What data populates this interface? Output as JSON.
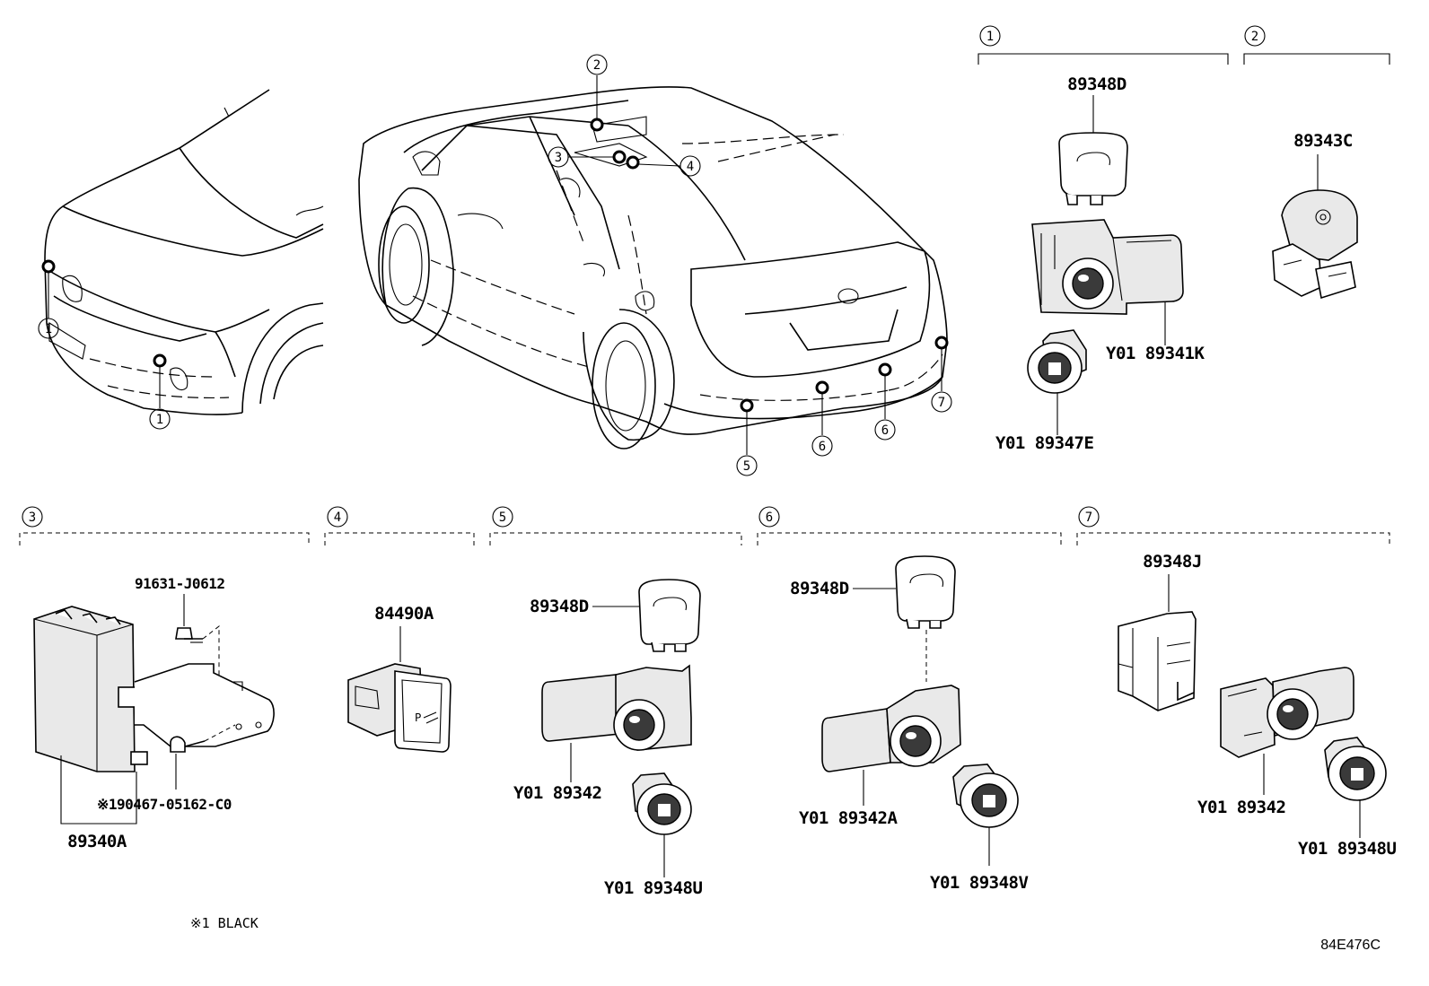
{
  "diagram_code": "84E476C",
  "footnote": "※1 BLACK",
  "callouts": {
    "front_left": "1",
    "front_center": "1",
    "car_2": "2",
    "car_3": "3",
    "car_4": "4",
    "car_5": "5",
    "car_6": "6",
    "car_7": "7"
  },
  "groups": {
    "g1": {
      "num": "1",
      "parts": [
        "89348D",
        "Y01 89341K",
        "Y01 89347E"
      ]
    },
    "g2": {
      "num": "2",
      "parts": [
        "89343C"
      ]
    },
    "g3": {
      "num": "3",
      "parts": [
        "91631-J0612",
        "※190467-05162-C0",
        "89340A"
      ]
    },
    "g4": {
      "num": "4",
      "parts": [
        "84490A"
      ]
    },
    "g5": {
      "num": "5",
      "parts": [
        "89348D",
        "Y01 89342",
        "Y01 89348U"
      ]
    },
    "g6": {
      "num": "6",
      "parts": [
        "89348D",
        "Y01 89342A",
        "Y01 89348V"
      ]
    },
    "g7": {
      "num": "7",
      "parts": [
        "89348J",
        "Y01 89342",
        "Y01 89348U"
      ]
    }
  }
}
